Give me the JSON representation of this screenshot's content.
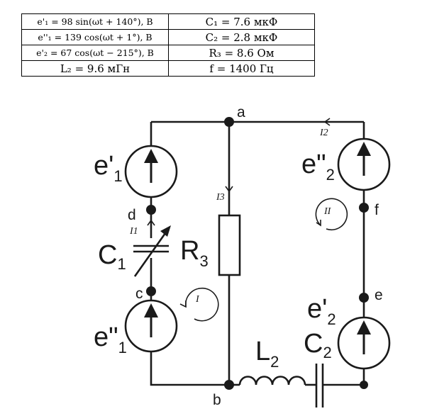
{
  "table": {
    "rows": [
      [
        "e'₁ = 98 sin(ωt + 140°), B",
        "C₁ = 7.6 мкФ"
      ],
      [
        "e''₁ = 139 cos(ωt + 1°), B",
        "C₂ = 2.8 мкФ"
      ],
      [
        "e'₂ = 67 cos(ωt − 215°), B",
        "R₃ = 8.6 Ом"
      ],
      [
        "L₂ = 9.6 мГн",
        "f = 1400 Гц"
      ]
    ]
  },
  "circuit": {
    "nodes": {
      "a": "a",
      "b": "b",
      "c": "c",
      "d": "d",
      "e": "e",
      "f": "f"
    },
    "elements": {
      "e1p": {
        "main": "e",
        "prime": "'",
        "sub": "1"
      },
      "e1pp": {
        "main": "e",
        "prime": "\"",
        "sub": "1"
      },
      "e2p": {
        "main": "e",
        "prime": "'",
        "sub": "2"
      },
      "e2pp": {
        "main": "e",
        "prime": "\"",
        "sub": "2"
      },
      "C1": {
        "main": "C",
        "sub": "1"
      },
      "C2": {
        "main": "C",
        "sub": "2"
      },
      "R3": {
        "main": "R",
        "sub": "3"
      },
      "L2": {
        "main": "L",
        "sub": "2"
      }
    },
    "currents": {
      "I1": "I1",
      "I2": "I2",
      "I3": "I3"
    },
    "loops": {
      "loop1": "I",
      "loop2": "II"
    }
  }
}
